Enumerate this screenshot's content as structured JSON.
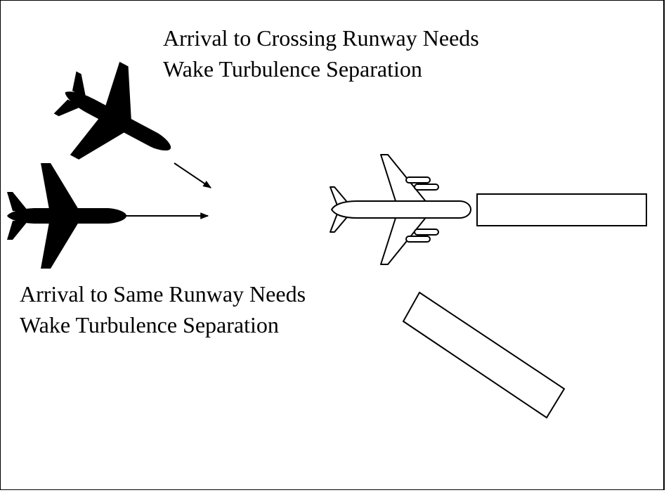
{
  "labels": {
    "crossing": {
      "line1": "Arrival to Crossing Runway Needs",
      "line2": "Wake Turbulence Separation"
    },
    "same": {
      "line1": "Arrival to Same Runway Needs",
      "line2": "Wake Turbulence Separation"
    }
  },
  "colors": {
    "background": "#ffffff",
    "ink": "#000000"
  },
  "icons": {
    "arriving_aircraft": "black-airplane-silhouette-icon",
    "departing_aircraft": "white-airplane-outline-icon"
  }
}
